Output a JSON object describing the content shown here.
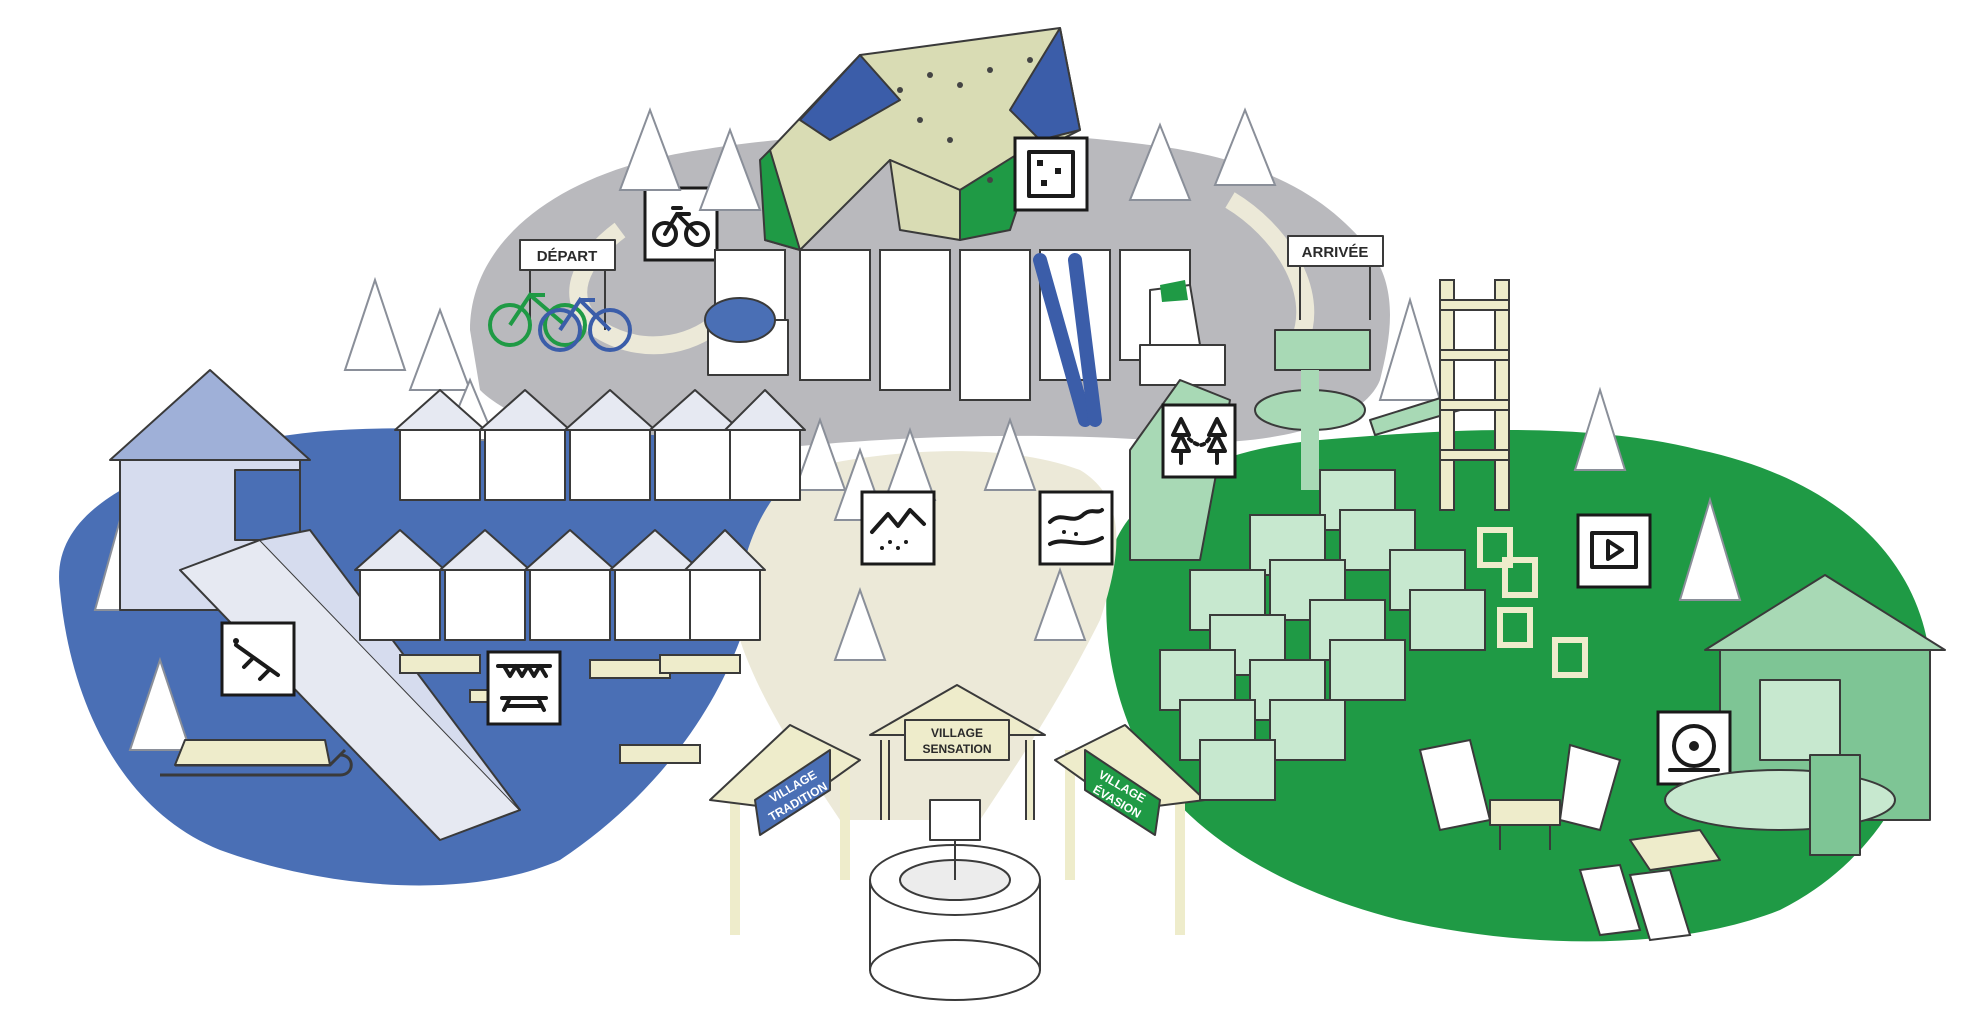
{
  "signs": {
    "depart": "DÉPART",
    "arrivee": "ARRIVÉE"
  },
  "villages": {
    "tradition_line1": "VILLAGE",
    "tradition_line2": "TRADITION",
    "sensation_line1": "VILLAGE",
    "sensation_line2": "SENSATION",
    "evasion_line1": "VILLAGE",
    "evasion_line2": "ÉVASION"
  },
  "colors": {
    "tradition_zone": "#4a6fb5",
    "sensation_zone": "#b9b9bd",
    "evasion_zone": "#1f9a45",
    "path": "#ece9d8",
    "wood": "#eeeccb",
    "green_light": "#a8d9b5",
    "blue_light": "#d6dcee"
  },
  "icons": [
    {
      "name": "bike-icon"
    },
    {
      "name": "climbing-wall-icon"
    },
    {
      "name": "tree-crossing-icon"
    },
    {
      "name": "mountain-trail-icon"
    },
    {
      "name": "terrain-map-icon"
    },
    {
      "name": "sled-icon"
    },
    {
      "name": "picnic-table-icon"
    },
    {
      "name": "play-video-icon"
    },
    {
      "name": "vinyl-speaker-icon"
    }
  ]
}
